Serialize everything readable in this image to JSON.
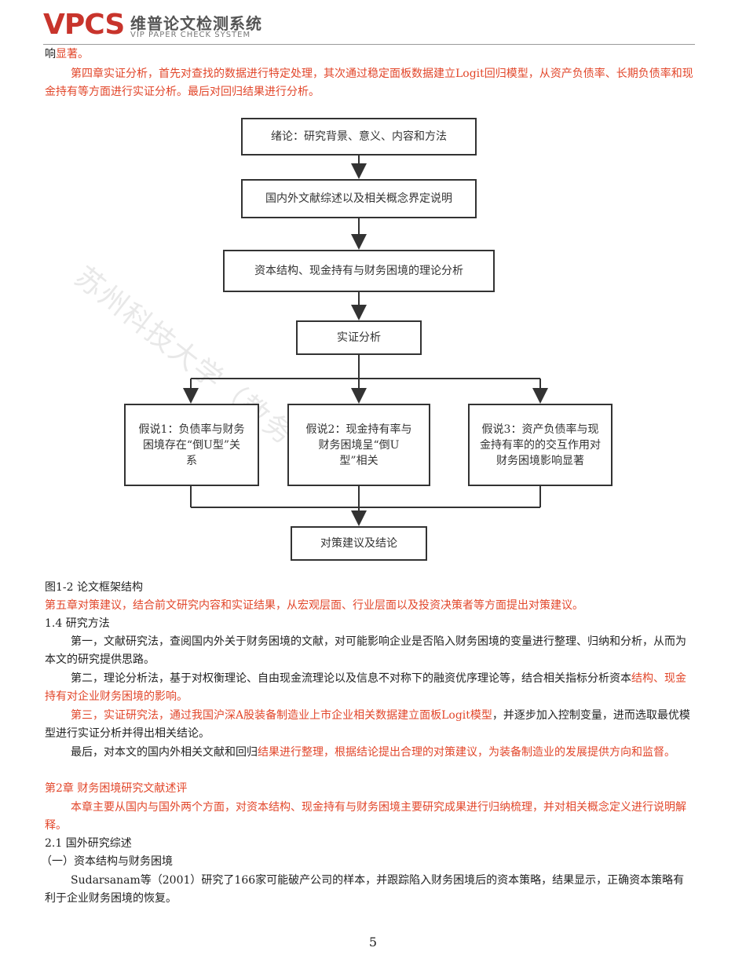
{
  "header": {
    "logo_text": "VPCS",
    "logo_cn": "维普论文检测系统",
    "logo_en": "VIP PAPER CHECK SYSTEM"
  },
  "watermark": "苏州科技大学（教务",
  "p1": {
    "a": "响",
    "b": "显著。"
  },
  "p2": "第四章实证分析，首先对查找的数据进行特定处理，其次通过稳定面板数据建立Logit回归模型，从资产负债率、长期负债率和现金持有等方面进行实证分析。最后对回归结果进行分析。",
  "diagram": {
    "box1": "绪论：研究背景、意义、内容和方法",
    "box2": "国内外文献综述以及相关概念界定说明",
    "box3": "资本结构、现金持有与财务困境的理论分析",
    "box4": "实证分析",
    "h1": "假说1：负债率与财务困境存在“倒U型”关系",
    "h2": "假说2：现金持有率与财务困境呈“倒U型”相关",
    "h3": "假说3：资产负债率与现金持有率的的交互作用对财务困境影响显著",
    "box5": "对策建议及结论"
  },
  "caption": "图1-2 论文框架结构",
  "p3": "第五章对策建议，结合前文研究内容和实证结果，从宏观层面、行业层面以及投资决策者等方面提出对策建议。",
  "h14": "1.4 研究方法",
  "p4": "第一，文献研究法，查阅国内外关于财务困境的文献，对可能影响企业是否陷入财务困境的变量进行整理、归纳和分析，从而为本文的研究提供思路。",
  "p5": {
    "a": "第二，理论分析法，基于对权衡理论、自由现金流理论以及信息不对称下的融资优序理论等，结合相关指标分析资本",
    "b": "结构、现金持有对企业财务困境的影响。"
  },
  "p6": {
    "a": "第三，实证研究法，通过我国沪深A股装备制造业上市企业相关数据建立面板Logit模型",
    "b": "，并逐步加入控制变量，进而选取最优模型进行实证分析并得出相关结论。"
  },
  "p7": {
    "a": "最后，对本文的国内外相关文献和回归",
    "b": "结果进行整理，根据结论提出合理的对策建议，为装备制造业的发展提供方向和监督。"
  },
  "h2": "第2章 财务困境研究文献述评",
  "p8": "本章主要从国内与国外两个方面，对资本结构、现金持有与财务困境主要研究成果进行归纳梳理，并对相关概念定义进行说明解释。",
  "h21": "2.1 国外研究综述",
  "h21a": "（一）资本结构与财务困境",
  "p9": "Sudarsanam等（2001）研究了166家可能破产公司的样本，并跟踪陷入财务困境后的资本策略，结果显示，正确资本策略有利于企业财务困境的恢复。",
  "page_number": "5"
}
